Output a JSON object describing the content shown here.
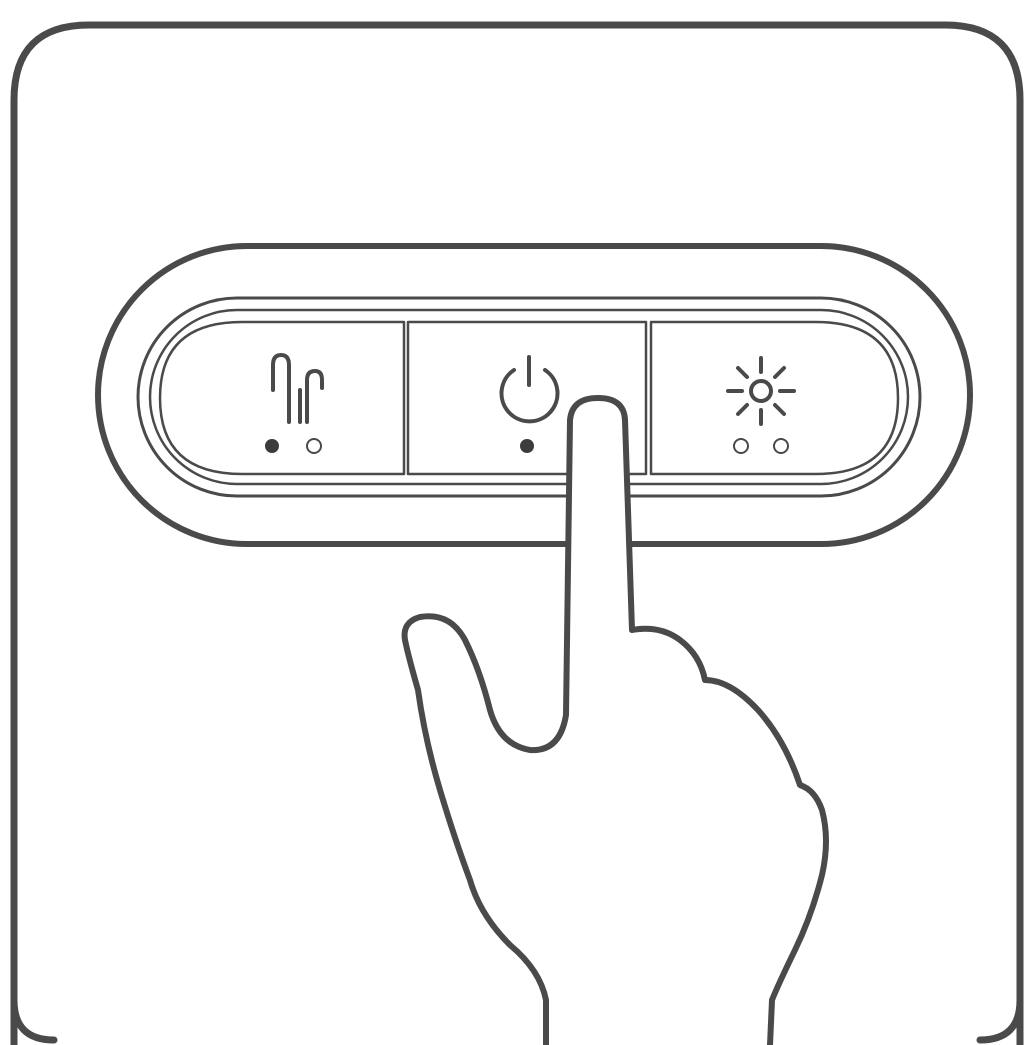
{
  "colors": {
    "stroke": "#4a4a4a",
    "background": "#ffffff",
    "indicator_on": "#3c3c3c",
    "indicator_off": "#ffffff"
  },
  "device": {
    "buttons": [
      {
        "name": "mist-button",
        "icon": "mist-icon",
        "indicators": [
          "on",
          "off"
        ]
      },
      {
        "name": "power-button",
        "icon": "power-icon",
        "indicators": [
          "on"
        ],
        "pressed": true
      },
      {
        "name": "light-button",
        "icon": "light-icon",
        "indicators": [
          "off",
          "off"
        ]
      }
    ]
  },
  "gesture": {
    "icon": "pointing-hand-icon",
    "target": "power-button"
  }
}
